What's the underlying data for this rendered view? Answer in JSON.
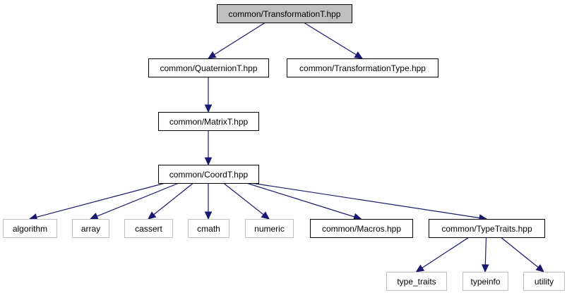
{
  "diagram": {
    "colors": {
      "edge": "#191970",
      "current_fill": "#bfbfbf",
      "box_border": "#000000",
      "external_border": "#bfbfbf",
      "text": "#000000"
    },
    "nodes": [
      {
        "id": "transformation_t",
        "label": "common/TransformationT.hpp",
        "kind": "current"
      },
      {
        "id": "quaternion_t",
        "label": "common/QuaternionT.hpp",
        "kind": "internal"
      },
      {
        "id": "transformation_type",
        "label": "common/TransformationType.hpp",
        "kind": "internal"
      },
      {
        "id": "matrix_t",
        "label": "common/MatrixT.hpp",
        "kind": "internal"
      },
      {
        "id": "coord_t",
        "label": "common/CoordT.hpp",
        "kind": "internal"
      },
      {
        "id": "algorithm",
        "label": "algorithm",
        "kind": "external"
      },
      {
        "id": "array",
        "label": "array",
        "kind": "external"
      },
      {
        "id": "cassert",
        "label": "cassert",
        "kind": "external"
      },
      {
        "id": "cmath",
        "label": "cmath",
        "kind": "external"
      },
      {
        "id": "numeric",
        "label": "numeric",
        "kind": "external"
      },
      {
        "id": "macros",
        "label": "common/Macros.hpp",
        "kind": "internal"
      },
      {
        "id": "type_traits_hpp",
        "label": "common/TypeTraits.hpp",
        "kind": "internal"
      },
      {
        "id": "type_traits",
        "label": "type_traits",
        "kind": "external"
      },
      {
        "id": "typeinfo",
        "label": "typeinfo",
        "kind": "external"
      },
      {
        "id": "utility",
        "label": "utility",
        "kind": "external"
      }
    ],
    "edges": [
      {
        "from": "transformation_t",
        "to": "quaternion_t"
      },
      {
        "from": "transformation_t",
        "to": "transformation_type"
      },
      {
        "from": "quaternion_t",
        "to": "matrix_t"
      },
      {
        "from": "matrix_t",
        "to": "coord_t"
      },
      {
        "from": "coord_t",
        "to": "algorithm"
      },
      {
        "from": "coord_t",
        "to": "array"
      },
      {
        "from": "coord_t",
        "to": "cassert"
      },
      {
        "from": "coord_t",
        "to": "cmath"
      },
      {
        "from": "coord_t",
        "to": "numeric"
      },
      {
        "from": "coord_t",
        "to": "macros"
      },
      {
        "from": "coord_t",
        "to": "type_traits_hpp"
      },
      {
        "from": "type_traits_hpp",
        "to": "type_traits"
      },
      {
        "from": "type_traits_hpp",
        "to": "typeinfo"
      },
      {
        "from": "type_traits_hpp",
        "to": "utility"
      }
    ]
  }
}
